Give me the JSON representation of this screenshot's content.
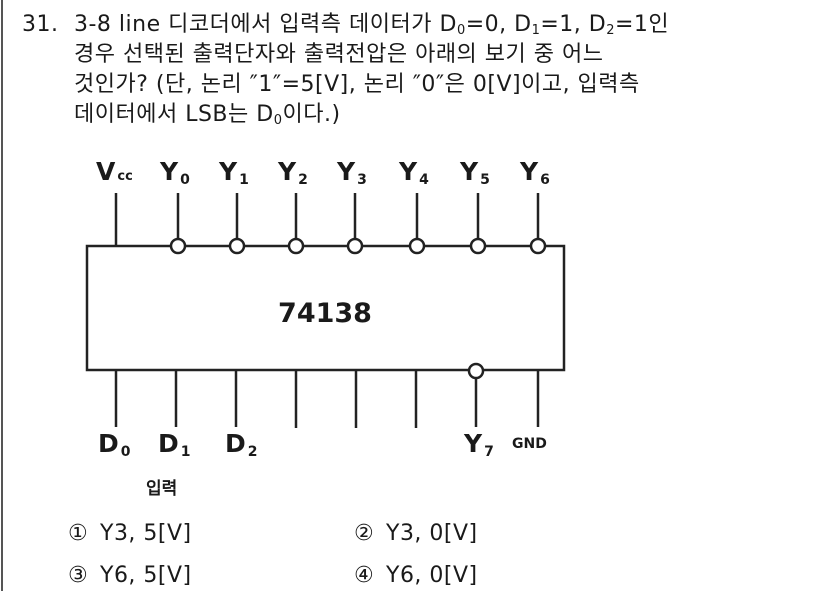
{
  "question": {
    "number": "31.",
    "line1_a": "3-8 line 디코더에서 입력측 데이터가 D",
    "line1_sub0": "0",
    "line1_b": "=0, D",
    "line1_sub1": "1",
    "line1_c": "=1, D",
    "line1_sub2": "2",
    "line1_d": "=1인",
    "line2": "경우 선택된 출력단자와 출력전압은 아래의 보기 중 어느",
    "line3": "것인가? (단, 논리 ″1″=5[V], 논리 ″0″은 0[V]이고, 입력측",
    "line4_a": "데이터에서 LSB는 D",
    "line4_sub": "0",
    "line4_b": "이다.)"
  },
  "diagram": {
    "chip_label": "74138",
    "top_pins": [
      {
        "main": "V",
        "sub": "cc",
        "inverted": false
      },
      {
        "main": "Y",
        "sub": "0",
        "inverted": true
      },
      {
        "main": "Y",
        "sub": "1",
        "inverted": true
      },
      {
        "main": "Y",
        "sub": "2",
        "inverted": true
      },
      {
        "main": "Y",
        "sub": "3",
        "inverted": true
      },
      {
        "main": "Y",
        "sub": "4",
        "inverted": true
      },
      {
        "main": "Y",
        "sub": "5",
        "inverted": true
      },
      {
        "main": "Y",
        "sub": "6",
        "inverted": true
      }
    ],
    "bottom_pins": [
      {
        "main": "D",
        "sub": "0",
        "inverted": false
      },
      {
        "main": "D",
        "sub": "1",
        "inverted": false
      },
      {
        "main": "D",
        "sub": "2",
        "inverted": false
      },
      {
        "main": "",
        "sub": "",
        "inverted": false
      },
      {
        "main": "",
        "sub": "",
        "inverted": false
      },
      {
        "main": "",
        "sub": "",
        "inverted": false
      },
      {
        "main": "Y",
        "sub": "7",
        "inverted": true
      },
      {
        "main": "GND",
        "sub": "",
        "inverted": false
      }
    ],
    "input_caption": "입력"
  },
  "choices": [
    {
      "marker": "①",
      "text": "Y3, 5[V]"
    },
    {
      "marker": "②",
      "text": "Y3, 0[V]"
    },
    {
      "marker": "③",
      "text": "Y6, 5[V]"
    },
    {
      "marker": "④",
      "text": "Y6, 0[V]"
    }
  ]
}
